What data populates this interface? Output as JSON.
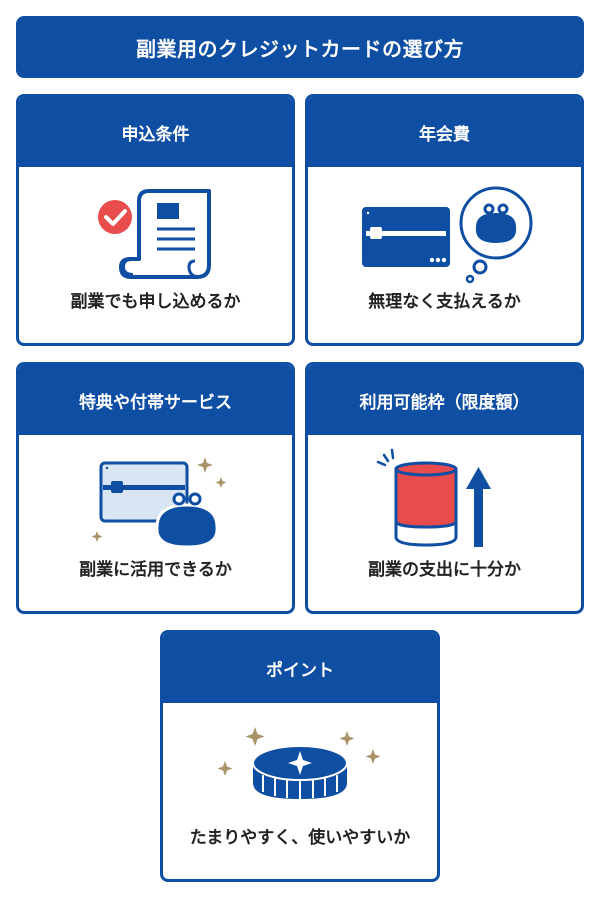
{
  "title": "副業用のクレジットカードの選び方",
  "cards": [
    {
      "heading": "申込条件",
      "caption": "副業でも申し込めるか",
      "icon": "document-check-icon"
    },
    {
      "heading": "年会費",
      "caption": "無理なく支払えるか",
      "icon": "card-purse-thought-icon"
    },
    {
      "heading": "特典や付帯サービス",
      "caption": "副業に活用できるか",
      "icon": "card-purse-sparkle-icon"
    },
    {
      "heading": "利用可能枠（限度額）",
      "caption": "副業の支出に十分か",
      "icon": "limit-cylinder-arrow-icon"
    },
    {
      "heading": "ポイント",
      "caption": "たまりやすく、使いやすいか",
      "icon": "coin-sparkle-icon"
    }
  ],
  "colors": {
    "primary": "#0e4ea3",
    "accent_red": "#e94c4c",
    "sparkle_gold": "#a89468",
    "light_blue": "#d9e5f3"
  }
}
